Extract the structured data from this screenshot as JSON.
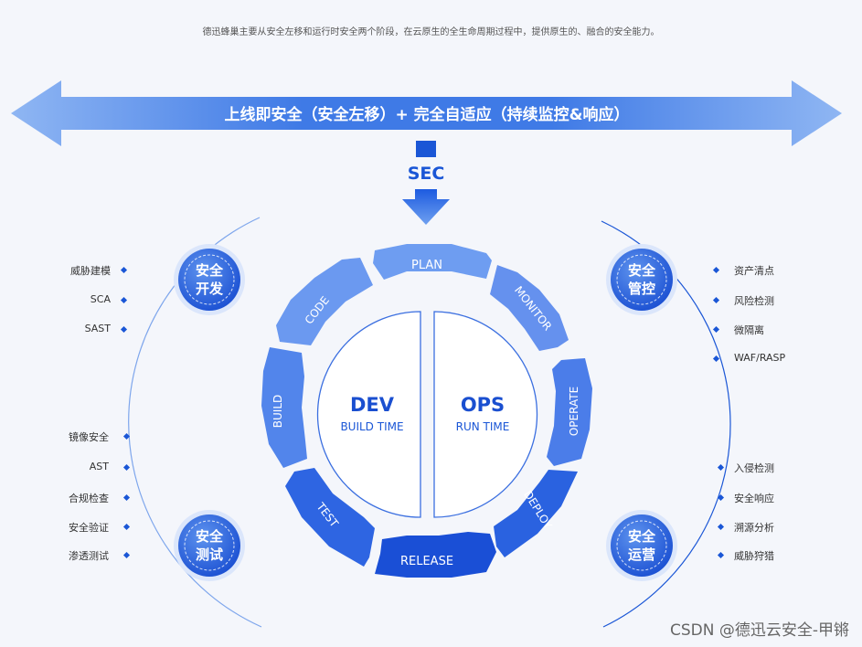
{
  "intro": "德迅蜂巢主要从安全左移和运行时安全两个阶段，在云原生的全生命周期过程中，提供原生的、融合的安全能力。",
  "banner": "上线即安全（安全左移）+ 完全自适应（持续监控&响应）",
  "sec_label": "SEC",
  "center": {
    "dev_title": "DEV",
    "dev_sub": "BUILD TIME",
    "ops_title": "OPS",
    "ops_sub": "RUN TIME"
  },
  "ring": {
    "plan": "PLAN",
    "monitor": "MONITOR",
    "operate": "OPERATE",
    "deploy": "DEPLOY",
    "release": "RELEASE",
    "test": "TEST",
    "build": "BUILD",
    "code": "CODE"
  },
  "badges": {
    "dev_l1": "安全",
    "dev_l2": "开发",
    "test_l1": "安全",
    "test_l2": "测试",
    "ctrl_l1": "安全",
    "ctrl_l2": "管控",
    "ops_l1": "安全",
    "ops_l2": "运营"
  },
  "lists": {
    "dev": [
      "威胁建模",
      "SCA",
      "SAST"
    ],
    "test": [
      "镜像安全",
      "AST",
      "合规检查",
      "安全验证",
      "渗透测试"
    ],
    "ctrl": [
      "资产清点",
      "风险检测",
      "微隔离",
      "WAF/RASP"
    ],
    "ops": [
      "入侵检测",
      "安全响应",
      "溯源分析",
      "威胁狩猎"
    ]
  },
  "watermark": "CSDN @德迅云安全-甲锵",
  "colors": {
    "primary": "#1a56d6",
    "light": "#7eaaf2",
    "bg": "#f4f6fb"
  }
}
